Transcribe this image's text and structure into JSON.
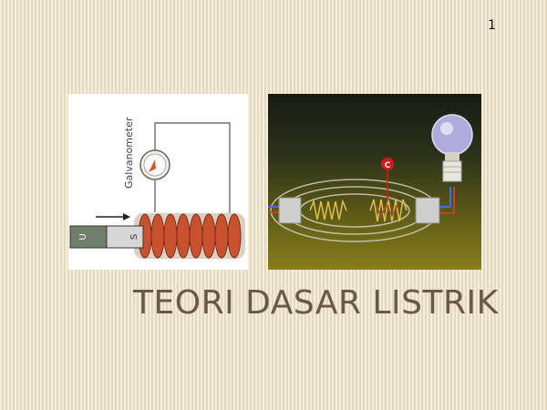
{
  "slide": {
    "number": "1",
    "title": "TEORI DASAR LISTRIK"
  },
  "images": {
    "left": {
      "galvanometer_label": "Galvanometer",
      "magnet_pole_left": "U",
      "magnet_pole_right": "S"
    },
    "right": {
      "badge_label": "C"
    }
  },
  "colors": {
    "title": "#6b5849",
    "background": "#efe3c9",
    "coil": "#b5543a",
    "badge": "#d11a1a"
  }
}
